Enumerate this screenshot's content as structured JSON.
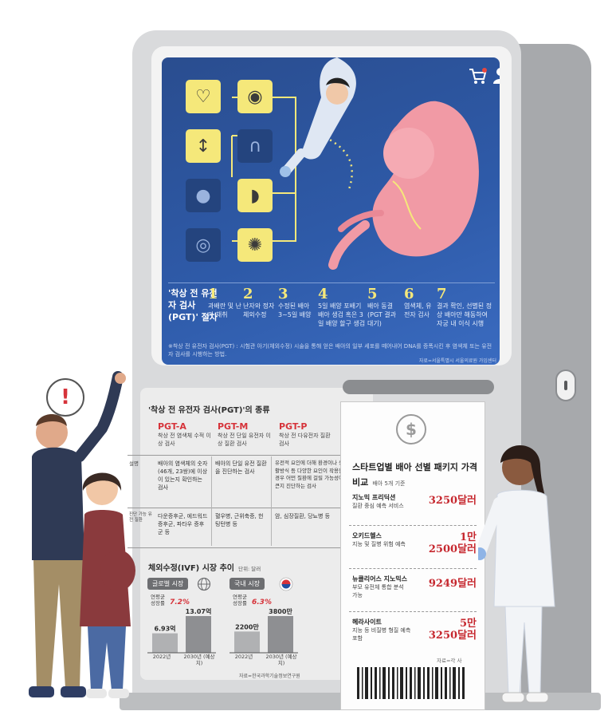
{
  "screen": {
    "icons": [
      {
        "name": "heart-rate-icon",
        "glyph": "♡",
        "style": "y"
      },
      {
        "name": "eye-icon",
        "glyph": "◉",
        "style": "y"
      },
      {
        "name": "height-icon",
        "glyph": "↕",
        "style": "y"
      },
      {
        "name": "chromosome-icon",
        "glyph": "∩",
        "style": "b"
      },
      {
        "name": "blood-drop-icon",
        "glyph": "●",
        "style": "b"
      },
      {
        "name": "liver-icon",
        "glyph": "◗",
        "style": "y"
      },
      {
        "name": "cell-culture-icon",
        "glyph": "◎",
        "style": "b"
      },
      {
        "name": "virus-icon",
        "glyph": "✺",
        "style": "y"
      }
    ],
    "title": "'착상 전 유전자 검사 (PGT)' 절차",
    "steps": [
      {
        "num": "1",
        "text": "과배란 및 난자 채취"
      },
      {
        "num": "2",
        "text": "난자와 정자 체외수정"
      },
      {
        "num": "3",
        "text": "수정된 배아 3~5일 배양"
      },
      {
        "num": "4",
        "text": "5일 배양 포배기 배아 생검 혹은 3일 배양 할구 생검"
      },
      {
        "num": "5",
        "text": "배아 동결 (PGT 결과 대기)"
      },
      {
        "num": "6",
        "text": "염색체, 유전자 검사"
      },
      {
        "num": "7",
        "text": "결과 확인, 선별된 정상 배아만 해동하여 자궁 내 이식 시행"
      }
    ],
    "note": "※착상 전 유전자 검사(PGT) : 시험관 아기(체외수정) 시술을 통해 얻은 배아의 일부 세포를 떼어내어 DNA를 증폭시킨 후 염색체 또는 유전자 검사를 시행하는 방법.",
    "source": "자료=서울특별시 서울의료원 가임센터"
  },
  "pgt_table": {
    "title": "'착상 전 유전자 검사(PGT)'의 종류",
    "types": [
      {
        "tag": "PGT-A",
        "sub": "착상 전 염색체 수적 이상 검사"
      },
      {
        "tag": "PGT-M",
        "sub": "착상 전 단일 유전자 이상 질환 검사"
      },
      {
        "tag": "PGT-P",
        "sub": "착상 전 다유전자 질환 검사"
      }
    ],
    "row_labels": [
      "설명",
      "진단 가능 유전 질환"
    ],
    "descriptions": [
      "배아의 염색체의 숫자(46개, 23쌍)에 이상이 있는지 확인하는 검사",
      "배아의 단일 유전 질환을 진단하는 검사",
      "유전적 요인에 더해 환경이나 생활방식 등 다양한 요인이 작용할 경우 어떤 질환에 걸릴 가능성이 큰지 진단하는 검사"
    ],
    "diseases": [
      "다운증후군, 에드워드 증후군, 파타우 증후군 등",
      "혈우병, 근위축증, 헌팅턴병 등",
      "암, 심장질환, 당뇨병 등"
    ]
  },
  "ivf": {
    "title": "체외수정(IVF) 시장 추이",
    "unit": "단위: 달러",
    "source": "자료=한국과학기술정보연구원",
    "rate_label": "연평균 성장률"
  },
  "chart_data": [
    {
      "type": "bar",
      "title": "글로벌 시장",
      "categories": [
        "2022년",
        "2030년 (예상치)"
      ],
      "values": [
        6.93,
        13.07
      ],
      "value_labels": [
        "6.93억",
        "13.07억"
      ],
      "annotation": "연평균 성장률 7.2%",
      "growth_rate": "7.2%"
    },
    {
      "type": "bar",
      "title": "국내 시장",
      "categories": [
        "2022년",
        "2030년 (예상치)"
      ],
      "values": [
        2200,
        3800
      ],
      "value_labels": [
        "2200만",
        "3800만"
      ],
      "annotation": "연평균 성장률 6.3%",
      "growth_rate": "6.3%"
    }
  ],
  "receipt": {
    "title": "스타트업별 배아 선별 패키지 가격 비교",
    "sub": "배아 5개 기준",
    "items": [
      {
        "name": "지노믹 프리딕션",
        "desc": "질환 중심 예측 서비스",
        "price_l1": "",
        "price_l2": "3250달러"
      },
      {
        "name": "오키드헬스",
        "desc": "지능 및 질병 위험 예측",
        "price_l1": "1만",
        "price_l2": "2500달러"
      },
      {
        "name": "뉴클리어스 지노믹스",
        "desc": "부모 유전체 통합 분석 가능",
        "price_l1": "",
        "price_l2": "9249달러"
      },
      {
        "name": "헤라사이트",
        "desc": "지능 등 비질병 형질 예측 포함",
        "price_l1": "5만",
        "price_l2": "3250달러"
      }
    ],
    "source": "자료=각 사",
    "currency_icon": "dollar-icon"
  },
  "callout": "!",
  "colors": {
    "screen": "#2e5aa8",
    "accent_yellow": "#f5e87a",
    "price_red": "#c6282f",
    "tag_red": "#d6333a"
  }
}
